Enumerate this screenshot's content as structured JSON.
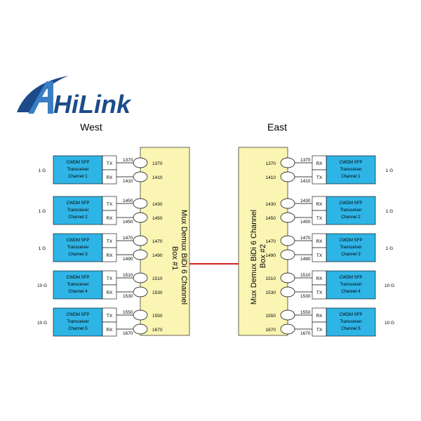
{
  "logo": {
    "text": "HiLink",
    "accent": "#3a7fc4",
    "dark": "#1d4b8a"
  },
  "west": {
    "title": "West",
    "mux_label_line1": "Mux Demux BiDi 6 Channel",
    "mux_label_line2": "Box #1",
    "channels": [
      {
        "rate": "1 G",
        "line1": "CWDM SFP",
        "line2": "Transceiver",
        "line3": "Channel 1",
        "top_port": "TX",
        "bottom_port": "RX",
        "top_wl_out": "1370",
        "bottom_wl_out": "1410",
        "top_wl_in": "1370",
        "bottom_wl_in": "1410"
      },
      {
        "rate": "1 G",
        "line1": "CWDM SFP",
        "line2": "Transceiver",
        "line3": "Channel 2",
        "top_port": "TX",
        "bottom_port": "RX",
        "top_wl_out": "1450",
        "bottom_wl_out": "1450",
        "top_wl_in": "1430",
        "bottom_wl_in": "1450"
      },
      {
        "rate": "1 G",
        "line1": "CWDM SFP",
        "line2": "Transceiver",
        "line3": "Channel 3",
        "top_port": "TX",
        "bottom_port": "RX",
        "top_wl_out": "1470",
        "bottom_wl_out": "1490",
        "top_wl_in": "1470",
        "bottom_wl_in": "1490"
      },
      {
        "rate": "10 G",
        "line1": "CWDM SFP",
        "line2": "Transceiver",
        "line3": "Channel 4",
        "top_port": "TX",
        "bottom_port": "RX",
        "top_wl_out": "1510",
        "bottom_wl_out": "1530",
        "top_wl_in": "1510",
        "bottom_wl_in": "1530"
      },
      {
        "rate": "10 G",
        "line1": "CWDM SFP",
        "line2": "Transceiver",
        "line3": "Channel 5",
        "top_port": "TX",
        "bottom_port": "RX",
        "top_wl_out": "1550",
        "bottom_wl_out": "1670",
        "top_wl_in": "1550",
        "bottom_wl_in": "1670"
      }
    ]
  },
  "east": {
    "title": "East",
    "mux_label_line1": "Mux Demux BiDi 6 Channel",
    "mux_label_line2": "Box #2",
    "channels": [
      {
        "rate": "1 G",
        "line1": "CWDM SFP",
        "line2": "Transceiver",
        "line3": "Channel 1",
        "top_port": "RX",
        "bottom_port": "TX",
        "top_wl_out": "1370",
        "bottom_wl_out": "1410",
        "top_wl_in": "1370",
        "bottom_wl_in": "1410"
      },
      {
        "rate": "1 G",
        "line1": "CWDM SFP",
        "line2": "Transceiver",
        "line3": "Channel 2",
        "top_port": "RX",
        "bottom_port": "TX",
        "top_wl_out": "1430",
        "bottom_wl_out": "1450",
        "top_wl_in": "1430",
        "bottom_wl_in": "1450"
      },
      {
        "rate": "1 G",
        "line1": "CWDM SFP",
        "line2": "Transceiver",
        "line3": "Channel 3",
        "top_port": "RX",
        "bottom_port": "TX",
        "top_wl_out": "1470",
        "bottom_wl_out": "1490",
        "top_wl_in": "1470",
        "bottom_wl_in": "1490"
      },
      {
        "rate": "10 G",
        "line1": "CWDM SFP",
        "line2": "Transceiver",
        "line3": "Channel 4",
        "top_port": "RX",
        "bottom_port": "TX",
        "top_wl_out": "1510",
        "bottom_wl_out": "1530",
        "top_wl_in": "1510",
        "bottom_wl_in": "1530"
      },
      {
        "rate": "10 G",
        "line1": "CWDM SFP",
        "line2": "Transceiver",
        "line3": "Channel 5",
        "top_port": "RX",
        "bottom_port": "TX",
        "top_wl_out": "1550",
        "bottom_wl_out": "1670",
        "top_wl_in": "1550",
        "bottom_wl_in": "1670"
      }
    ]
  },
  "colors": {
    "transceiver_fill": "#2fb4e6",
    "mux_fill": "#fbf5b4",
    "link": "#d42020",
    "stroke": "#000000"
  }
}
